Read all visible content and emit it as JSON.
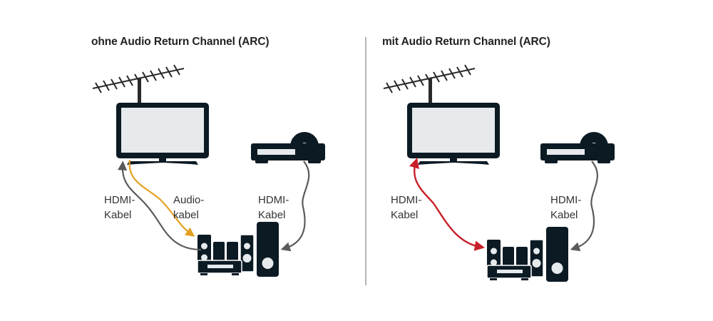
{
  "colors": {
    "device": "#0c1a24",
    "screen": "#e6eaed",
    "cable_hdmi": "#5a5a5a",
    "cable_audio": "#e3a020",
    "cable_arc": "#c8202a",
    "divider": "#b4b4b6"
  },
  "left_panel": {
    "title": "ohne Audio Return Channel (ARC)",
    "labels": {
      "hdmi_tv_line1": "HDMI-",
      "hdmi_tv_line2": "Kabel",
      "audio_line1": "Audio-",
      "audio_line2": "kabel",
      "hdmi_player_line1": "HDMI-",
      "hdmi_player_line2": "Kabel"
    }
  },
  "right_panel": {
    "title": "mit Audio Return Channel (ARC)",
    "labels": {
      "hdmi_tv_line1": "HDMI-",
      "hdmi_tv_line2": "Kabel",
      "hdmi_player_line1": "HDMI-",
      "hdmi_player_line2": "Kabel"
    }
  },
  "icons": [
    "antenna-icon",
    "tv-icon",
    "disc-player-icon",
    "home-theater-icon"
  ]
}
